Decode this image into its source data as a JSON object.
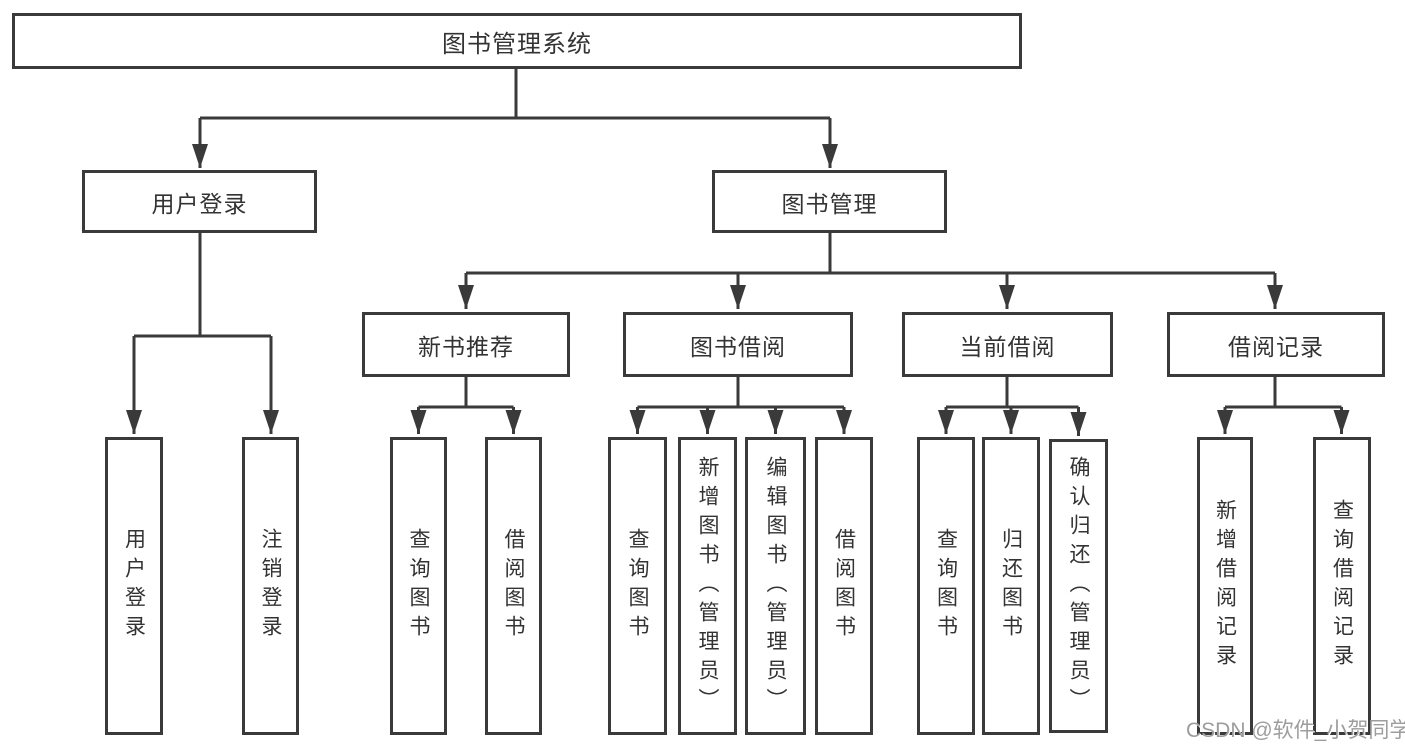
{
  "diagram": {
    "root": {
      "label": "图书管理系统"
    },
    "branches": [
      {
        "label": "用户登录",
        "children": [
          {
            "label": "用户登录"
          },
          {
            "label": "注销登录"
          }
        ]
      },
      {
        "label": "图书管理",
        "children": [
          {
            "label": "新书推荐",
            "children": [
              {
                "label": "查询图书"
              },
              {
                "label": "借阅图书"
              }
            ]
          },
          {
            "label": "图书借阅",
            "children": [
              {
                "label": "查询图书"
              },
              {
                "label": "新增图书（管理员）"
              },
              {
                "label": "编辑图书（管理员）"
              },
              {
                "label": "借阅图书"
              }
            ]
          },
          {
            "label": "当前借阅",
            "children": [
              {
                "label": "查询图书"
              },
              {
                "label": "归还图书"
              },
              {
                "label": "确认归还（管理员）"
              }
            ]
          },
          {
            "label": "借阅记录",
            "children": [
              {
                "label": "新增借阅记录"
              },
              {
                "label": "查询借阅记录"
              }
            ]
          }
        ]
      }
    ]
  },
  "watermark": {
    "text": "CSDN @软件_小贺同学",
    "color": "#9d9d9d"
  },
  "colors": {
    "line": "#3a3a3a",
    "text": "#333333",
    "background": "#ffffff"
  }
}
